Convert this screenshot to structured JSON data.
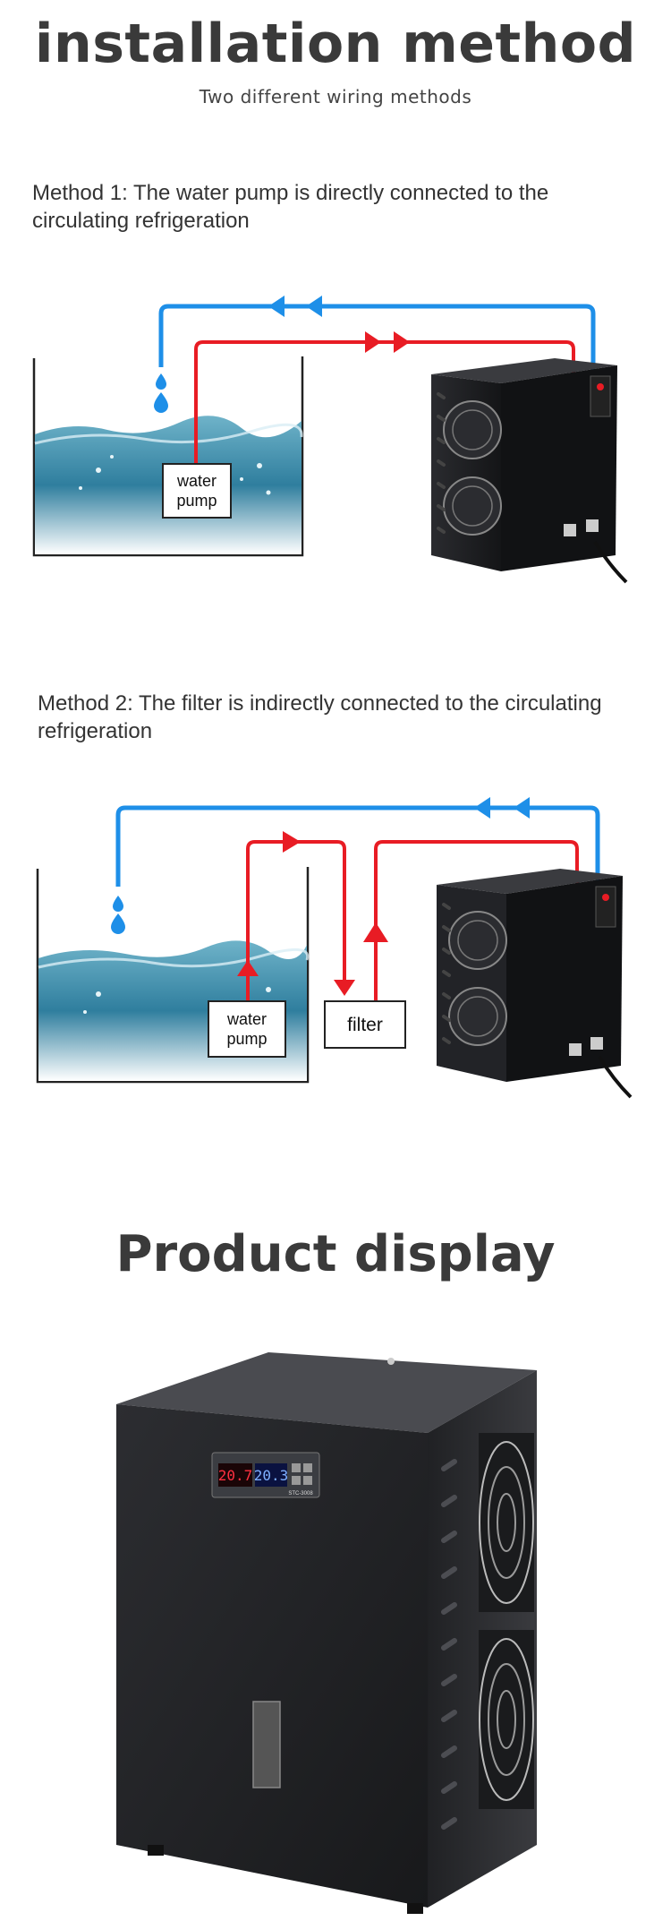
{
  "header": {
    "title": "installation method",
    "subtitle": "Two different wiring methods"
  },
  "method1": {
    "heading": "Method 1: The water pump is directly connected to the circulating refrigeration",
    "pump_line1": "water",
    "pump_line2": "pump"
  },
  "method2": {
    "heading": "Method 2: The filter is indirectly connected to the circulating refrigeration",
    "pump_line1": "water",
    "pump_line2": "pump",
    "filter_label": "filter"
  },
  "product": {
    "title": "Product display",
    "display_left": "20.7",
    "display_right": "20.3",
    "model": "STC-3008"
  },
  "colors": {
    "cold_line": "#1e8fe8",
    "hot_line": "#e81c24",
    "water": "#3a8fb0",
    "chiller_body": "#1e1f22"
  }
}
